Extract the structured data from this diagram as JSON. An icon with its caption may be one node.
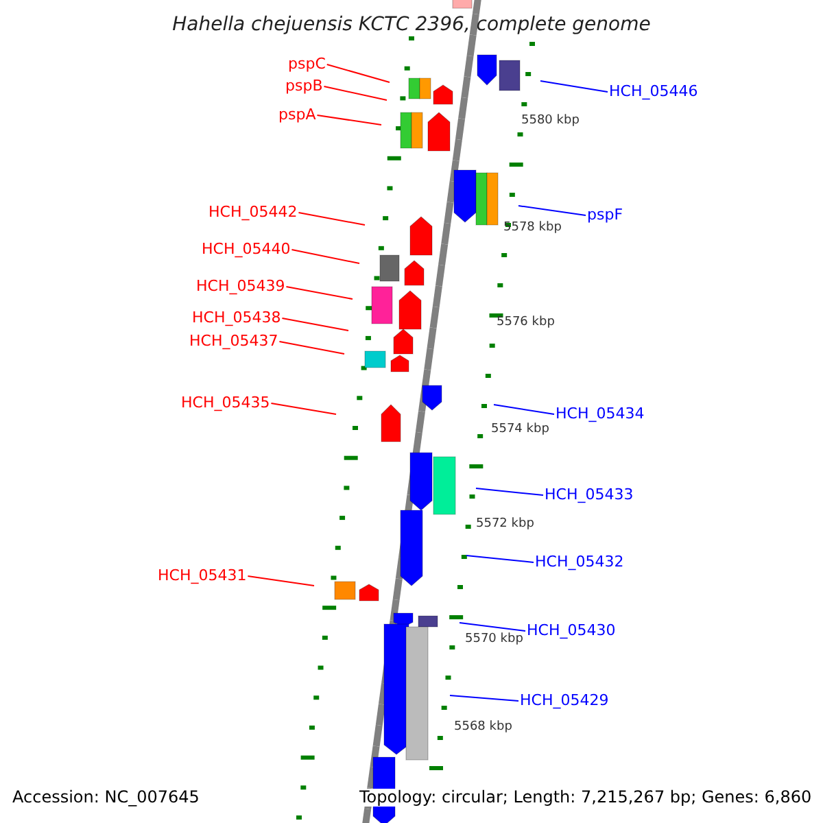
{
  "diagram": {
    "title": "Hahella chejuensis KCTC 2396, complete genome",
    "nodes": [
      {
        "text": [
          "pspC"
        ]
      },
      {
        "text": [
          "pspB"
        ]
      },
      {
        "text": [
          "HCH_05446"
        ]
      },
      {
        "text": [
          "pspA"
        ]
      },
      {
        "text": [
          "HCH_05442"
        ]
      },
      {
        "text": [
          "pspF"
        ]
      },
      {
        "text": [
          "HCH_05440"
        ]
      },
      {
        "text": [
          "HCH_05439"
        ]
      },
      {
        "text": [
          "HCH_05438"
        ]
      },
      {
        "text": [
          "HCH_05437"
        ]
      },
      {
        "text": [
          "HCH_05435"
        ]
      },
      {
        "text": [
          "HCH_05434"
        ]
      },
      {
        "text": [
          "HCH_05433"
        ]
      },
      {
        "text": [
          "HCH_05432"
        ]
      },
      {
        "text": [
          "HCH_05431"
        ]
      },
      {
        "text": [
          "HCH_05430"
        ]
      },
      {
        "text": [
          "HCH_05429"
        ]
      }
    ],
    "edges": [
      {
        "from": 0,
        "to": null,
        "arrow": "none"
      },
      {
        "from": 1,
        "to": null,
        "arrow": "none"
      },
      {
        "from": 2,
        "to": null,
        "arrow": "none",
        "color": "#0000ff"
      },
      {
        "from": 3,
        "to": null,
        "arrow": "none"
      },
      {
        "from": 4,
        "to": null,
        "arrow": "none"
      },
      {
        "from": 5,
        "to": null,
        "arrow": "none",
        "color": "#0000ff"
      },
      {
        "from": 6,
        "to": null,
        "arrow": "none"
      },
      {
        "from": 7,
        "to": null,
        "arrow": "none"
      },
      {
        "from": 8,
        "to": null,
        "arrow": "none"
      },
      {
        "from": 9,
        "to": null,
        "arrow": "none"
      },
      {
        "from": 10,
        "to": null,
        "arrow": "none"
      },
      {
        "from": 11,
        "to": null,
        "arrow": "none",
        "color": "#0000ff"
      },
      {
        "from": 12,
        "to": null,
        "arrow": "none",
        "color": "#0000ff"
      },
      {
        "from": 13,
        "to": null,
        "arrow": "none",
        "color": "#0000ff"
      },
      {
        "from": 14,
        "to": null,
        "arrow": "none"
      },
      {
        "from": 15,
        "to": null,
        "arrow": "none",
        "color": "#0000ff"
      },
      {
        "from": 16,
        "to": null,
        "arrow": "none",
        "color": "#0000ff"
      }
    ],
    "labels": [
      "5580 kbp",
      "5578 kbp",
      "5576 kbp",
      "5574 kbp",
      "5572 kbp",
      "5570 kbp",
      "5568 kbp",
      "Accession: NC_007645",
      "Topology: circular; Length: 7,215,267 bp; Genes: 6,860"
    ]
  }
}
